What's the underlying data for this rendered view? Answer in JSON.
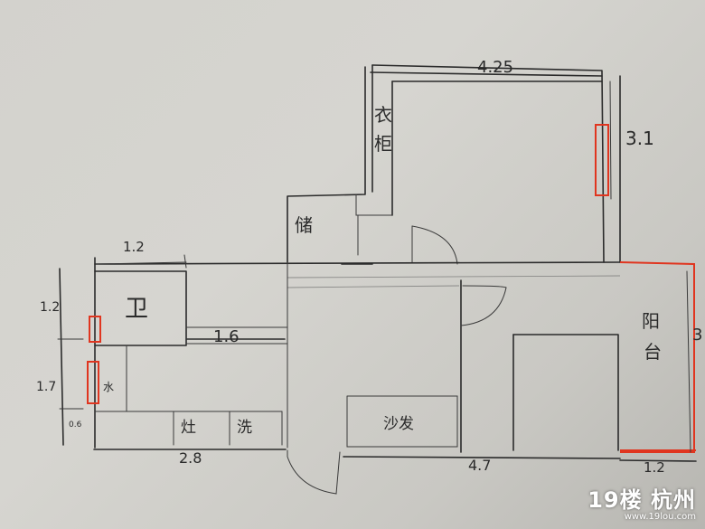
{
  "rooms": {
    "wardrobe_1": "衣",
    "wardrobe_2": "柜",
    "storage": "储",
    "bathroom": "卫",
    "water": "水",
    "stove": "灶",
    "wash": "洗",
    "sofa": "沙发",
    "balcony_1": "阳",
    "balcony_2": "台"
  },
  "dimensions": {
    "bedroom_width": "4.25",
    "bedroom_depth": "3.1",
    "bath_width": "1.2",
    "bath_left": "1.2",
    "kitchen_left": "1.7",
    "small_left": "0.6",
    "inner_wall": "1.6",
    "kitchen_width": "2.8",
    "living_width": "4.7",
    "balcony_width": "1.2",
    "balcony_depth": "3"
  },
  "watermark": {
    "logo": "19楼 杭州",
    "url": "www.19lou.com"
  }
}
